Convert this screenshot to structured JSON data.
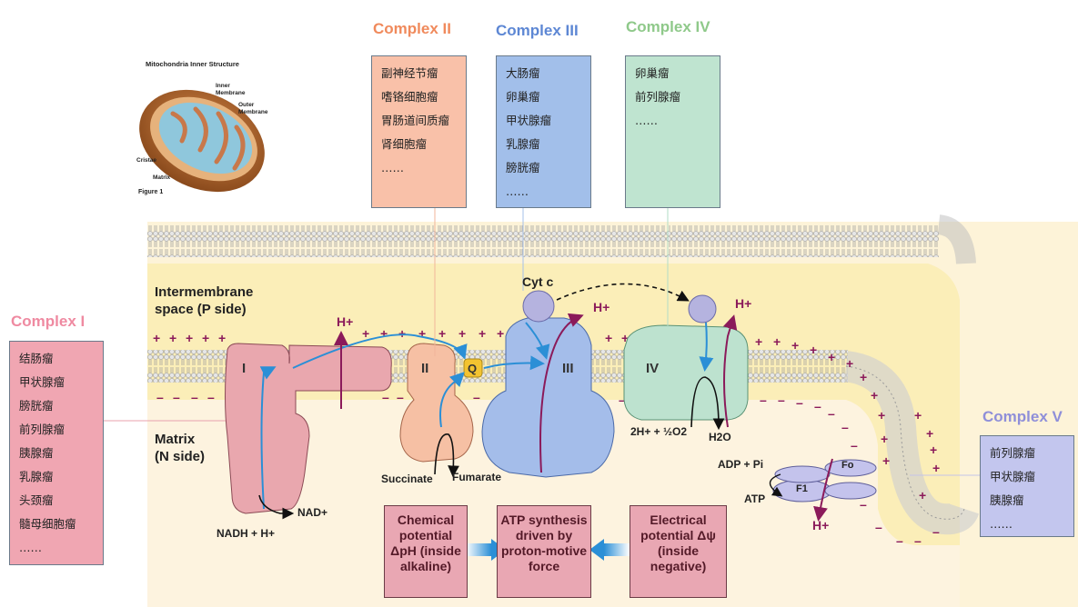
{
  "colors": {
    "complex1": "#f0a6b2",
    "complex2": "#f9c1a9",
    "complex3": "#a2bfea",
    "complex4": "#bfe4d0",
    "complex5": "#c3c6ee",
    "title1": "#ef8aa1",
    "title2": "#f08a5c",
    "title3": "#5d87d4",
    "title4": "#8fc98a",
    "title5": "#8f8fd9",
    "membrane_fill": "#fbeeb8",
    "proton": "#8b1a5a",
    "electron": "#2b8fd6"
  },
  "complexes": [
    {
      "title": "Complex I",
      "items": [
        "结肠瘤",
        "甲状腺瘤",
        "膀胱瘤",
        "前列腺瘤",
        "胰腺瘤",
        "乳腺瘤",
        "头颈瘤",
        "髓母细胞瘤",
        "……"
      ]
    },
    {
      "title": "Complex II",
      "items": [
        "副神经节瘤",
        "嗜铬细胞瘤",
        "胃肠道间质瘤",
        "肾细胞瘤",
        "……"
      ]
    },
    {
      "title": "Complex III",
      "items": [
        "大肠瘤",
        "卵巢瘤",
        "甲状腺瘤",
        "乳腺瘤",
        "膀胱瘤",
        "……"
      ]
    },
    {
      "title": "Complex IV",
      "items": [
        "卵巢瘤",
        "前列腺瘤",
        "……"
      ]
    },
    {
      "title": "Complex V",
      "items": [
        "前列腺瘤",
        "甲状腺瘤",
        "胰腺瘤",
        "……"
      ]
    }
  ],
  "mito": {
    "title": "Mitochondria Inner Structure",
    "inner": "Inner\nMembrane",
    "outer": "Outer\nMembrane",
    "cristae": "Cristae",
    "matrix": "Matrix",
    "figure": "Figure 1"
  },
  "diagram": {
    "intermembrane": "Intermembrane",
    "space": "space (P side)",
    "matrix": "Matrix",
    "nside": "(N side)",
    "label_I": "I",
    "label_II": "II",
    "label_III": "III",
    "label_IV": "IV",
    "label_Q": "Q",
    "cytc": "Cyt c",
    "hplus": "H+",
    "nadh": "NADH + H+",
    "nad": "NAD+",
    "succinate": "Succinate",
    "fumarate": "Fumarate",
    "o2": "2H+ + ½O2",
    "h2o": "H2O",
    "adp": "ADP + Pi",
    "atp": "ATP",
    "fo": "Fo",
    "f1": "F1",
    "plus": "+",
    "minus": "–"
  },
  "bottom": {
    "chemical": "Chemical potential ΔpH (inside alkaline)",
    "atp": "ATP synthesis driven by proton-motive force",
    "electrical": "Electrical potential Δψ (inside negative)"
  }
}
